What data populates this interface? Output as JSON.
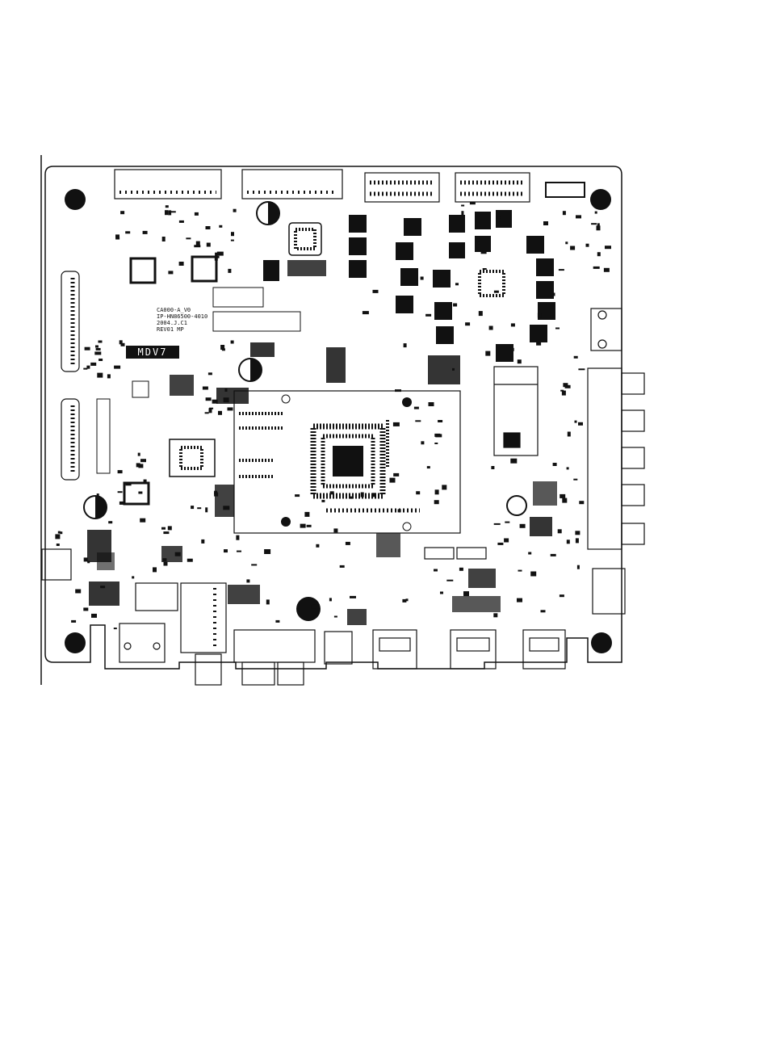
{
  "board": {
    "silkscreen_lines": [
      "CA000-A_V0",
      "IP-HN86500-4010",
      "2004.J.C1",
      "REV01 MP"
    ],
    "logo": "MDV7"
  },
  "colors": {
    "ink": "#111111",
    "paper": "#ffffff",
    "logo_bg": "#111111"
  }
}
